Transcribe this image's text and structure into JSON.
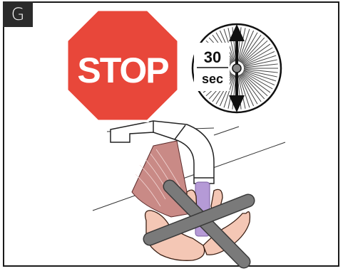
{
  "step": {
    "letter": "G"
  },
  "stop_sign": {
    "text": "STOP",
    "color": "#e8473a"
  },
  "timer": {
    "value": "30",
    "unit": "sec"
  },
  "icons": [
    "stop-sign-icon",
    "stopwatch-icon",
    "faucet-icon",
    "hands-icon",
    "prohibition-x-icon"
  ],
  "colors": {
    "frame": "#1a1a1a",
    "cross": "#7a7a7a",
    "water": "#b59ad6",
    "skin": "#f4c7b5",
    "sink": "#c98a86"
  }
}
